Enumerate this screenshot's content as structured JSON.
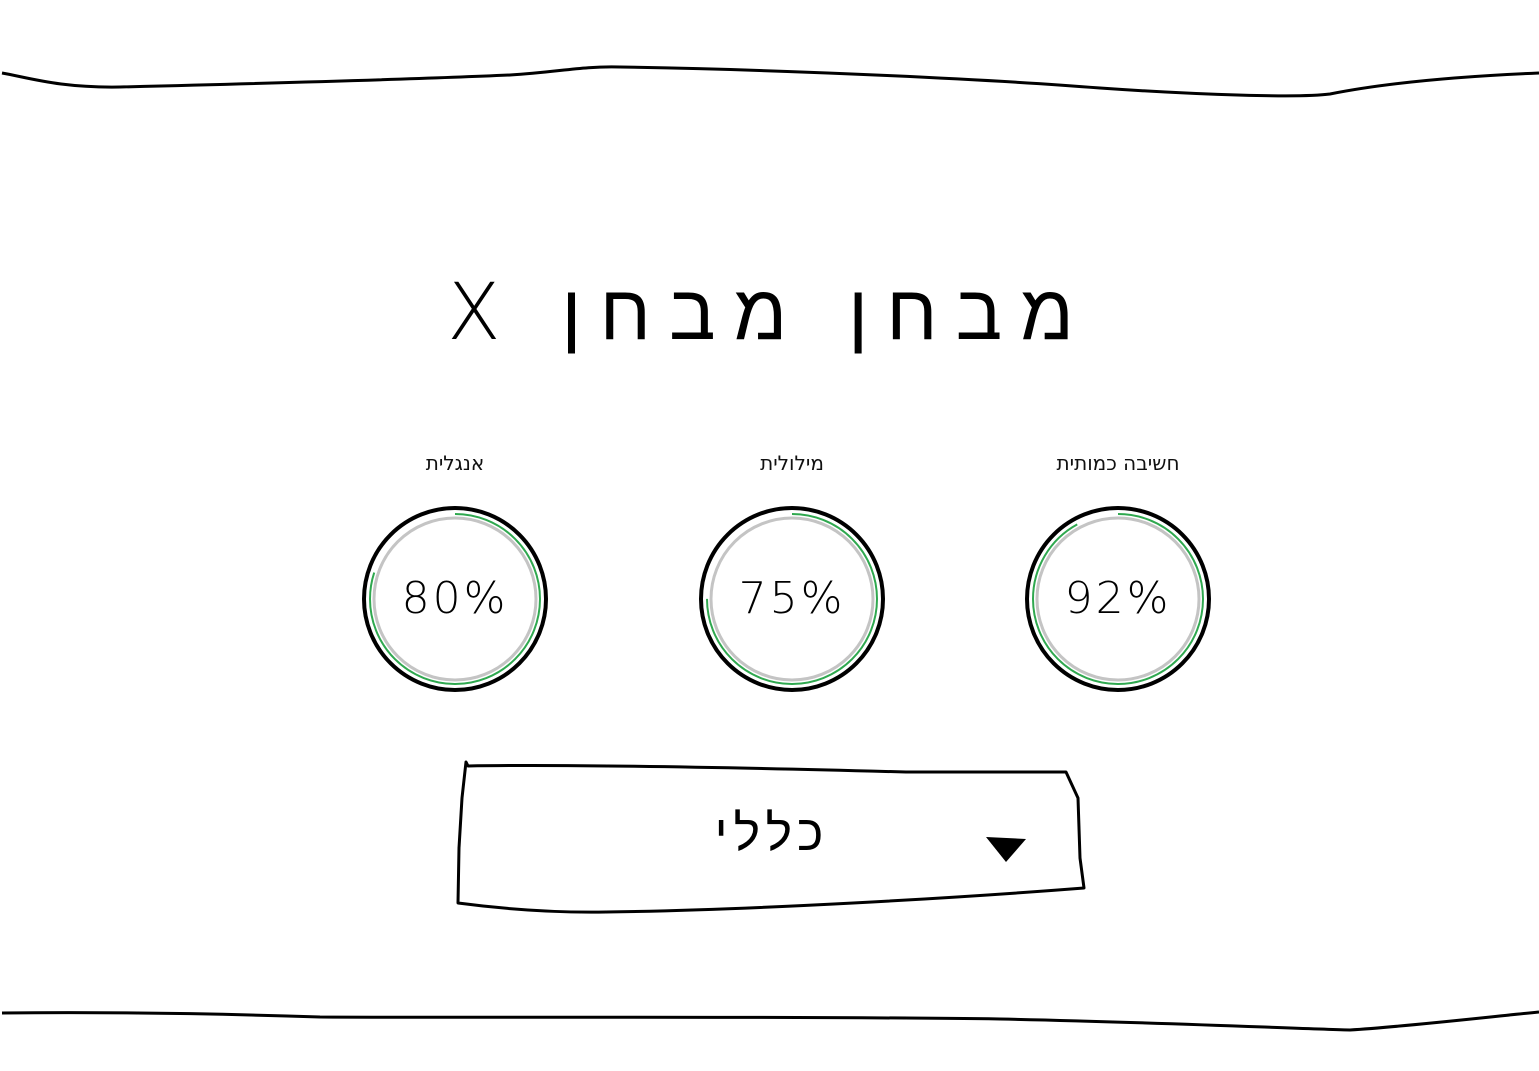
{
  "title": "מבחן מבחן X",
  "scores": [
    {
      "id": "english",
      "label": "אנגלית",
      "value": "80%",
      "fraction": 0.8
    },
    {
      "id": "verbal",
      "label": "מילולית",
      "value": "75%",
      "fraction": 0.75
    },
    {
      "id": "quant",
      "label": "חשיבה כמותית",
      "value": "92%",
      "fraction": 0.92
    }
  ],
  "dropdown": {
    "selected": "כללי",
    "icon": "triangle-down-icon"
  },
  "colors": {
    "progress": "#2fa84f",
    "track": "#c4c4c4",
    "outline": "#000000"
  }
}
